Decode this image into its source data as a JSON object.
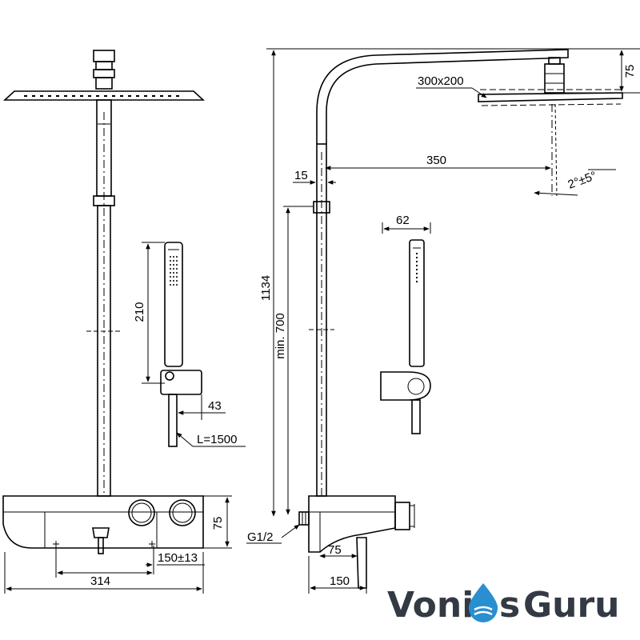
{
  "dimensions": {
    "front": {
      "hand_shower_length": "210",
      "holder_offset": "43",
      "hose_length": "L=1500",
      "thermostat_height": "75",
      "spout_offset": "150±13",
      "width": "314"
    },
    "side": {
      "head_size": "300x200",
      "head_height": "75",
      "arm_reach": "350",
      "pipe_offset": "15",
      "tilt": "2°±5°",
      "total_height": "1134",
      "min_height": "min. 700",
      "hand_shower_diameter": "62",
      "connection": "G1/2",
      "spout_projection": "75",
      "depth": "150"
    }
  },
  "logo": {
    "part1": "Voni",
    "part2": "s",
    "part3": "Guru"
  },
  "colors": {
    "line": "#000000",
    "logo_dark": "#333a44",
    "logo_blue": "#2a8fd0"
  }
}
